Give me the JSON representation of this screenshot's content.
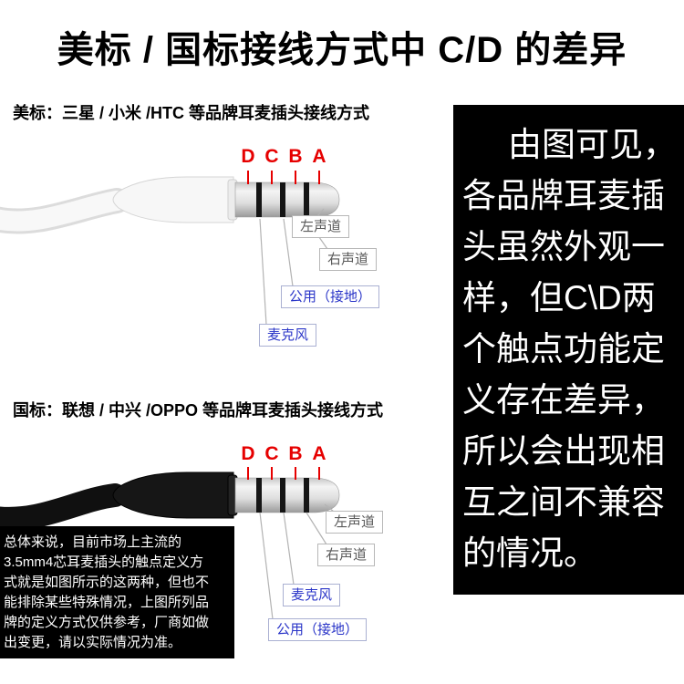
{
  "title": "美标 / 国标接线方式中 C/D 的差异",
  "us_section": {
    "heading": "美标：三星 / 小米 /HTC 等品牌耳麦插头接线方式",
    "pins": [
      "D",
      "C",
      "B",
      "A"
    ],
    "labels": {
      "left_channel": "左声道",
      "right_channel": "右声道",
      "ground": "公用（接地）",
      "mic": "麦克风"
    }
  },
  "cn_section": {
    "heading": "国标：联想 / 中兴 /OPPO 等品牌耳麦插头接线方式",
    "pins": [
      "D",
      "C",
      "B",
      "A"
    ],
    "labels": {
      "left_channel": "左声道",
      "right_channel": "右声道",
      "mic": "麦克风",
      "ground": "公用（接地）"
    }
  },
  "right_panel": {
    "lines": [
      "由图可见，",
      "各品牌耳麦插",
      "头虽然外观一",
      "样，但C\\D两",
      "个触点功能定",
      "义存在差异，",
      "所以会出现相",
      "互之间不兼容",
      "的情况。"
    ]
  },
  "bottom_note": {
    "lines": [
      "总体来说，目前市场上主流的",
      "3.5mm4芯耳麦插头的触点定义方",
      "式就是如图所示的这两种，但也不",
      "能排除某些特殊情况，上图所列品",
      "牌的定义方式仅供参考，厂商如做",
      "出变更，请以实际情况为准。"
    ]
  },
  "colors": {
    "pin_letter": "#e60000",
    "blue_label": "#2a35c8",
    "gray_label": "#5a5a5a",
    "panel_bg": "#000000"
  }
}
